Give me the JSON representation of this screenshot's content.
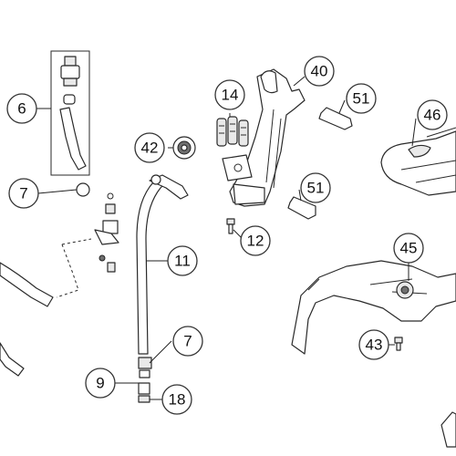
{
  "callouts": [
    {
      "id": "c6",
      "label": "6"
    },
    {
      "id": "c7a",
      "label": "7"
    },
    {
      "id": "c7b",
      "label": "7"
    },
    {
      "id": "c9",
      "label": "9"
    },
    {
      "id": "c11",
      "label": "11"
    },
    {
      "id": "c12",
      "label": "12"
    },
    {
      "id": "c14",
      "label": "14"
    },
    {
      "id": "c18",
      "label": "18"
    },
    {
      "id": "c40",
      "label": "40"
    },
    {
      "id": "c42",
      "label": "42"
    },
    {
      "id": "c43",
      "label": "43"
    },
    {
      "id": "c45",
      "label": "45"
    },
    {
      "id": "c46",
      "label": "46"
    },
    {
      "id": "c51a",
      "label": "51"
    },
    {
      "id": "c51b",
      "label": "51"
    }
  ]
}
